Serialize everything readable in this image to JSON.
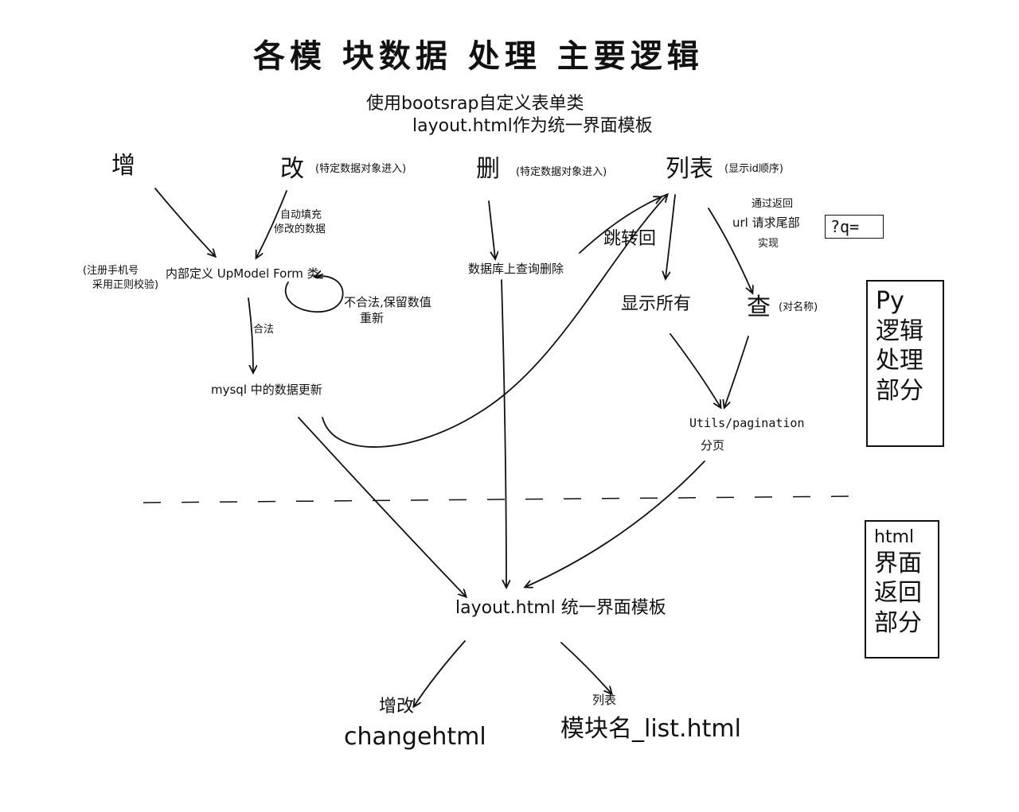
{
  "title": "各模 块数据 处理 主要逻辑",
  "subtitle_1": "使用bootsrap自定义表单类",
  "subtitle_2": "layout.html作为统一界面模板",
  "ops": {
    "add": "增",
    "edit": "改",
    "edit_note": "(特定数据对象进入)",
    "delete": "删",
    "delete_note": "(特定数据对象进入)",
    "list": "列表",
    "list_note": "(显示id顺序)"
  },
  "notes": {
    "auto_fill": [
      "自动填充",
      "修改的数据"
    ],
    "left_note": [
      "(注册手机号",
      "采用正则校验)"
    ],
    "modelform": "内部定义 UpModel Form 类",
    "invalid": [
      "不合法,保留数值",
      "重新"
    ],
    "valid": "合法",
    "mysql": "mysql 中的数据更新",
    "db_delete": "数据库上查询删除",
    "redirect": "跳转回",
    "show_all": "显示所有",
    "search": "查",
    "search_note": "(对名称)",
    "via_url": [
      "通过返回",
      "url 请求尾部",
      "实现"
    ],
    "url_param": "?q=",
    "pagination": "Utils/pagination",
    "pagination_2": "分页",
    "layout": "layout.html 统一界面模板",
    "change_label": "增改",
    "change_file": "changehtml",
    "list_label": "列表",
    "list_file": "模块名_list.html"
  },
  "side_boxes": {
    "py": [
      "Py",
      "逻辑",
      "处理",
      "部分"
    ],
    "html": [
      "html",
      "界面",
      "返回",
      "部分"
    ]
  }
}
